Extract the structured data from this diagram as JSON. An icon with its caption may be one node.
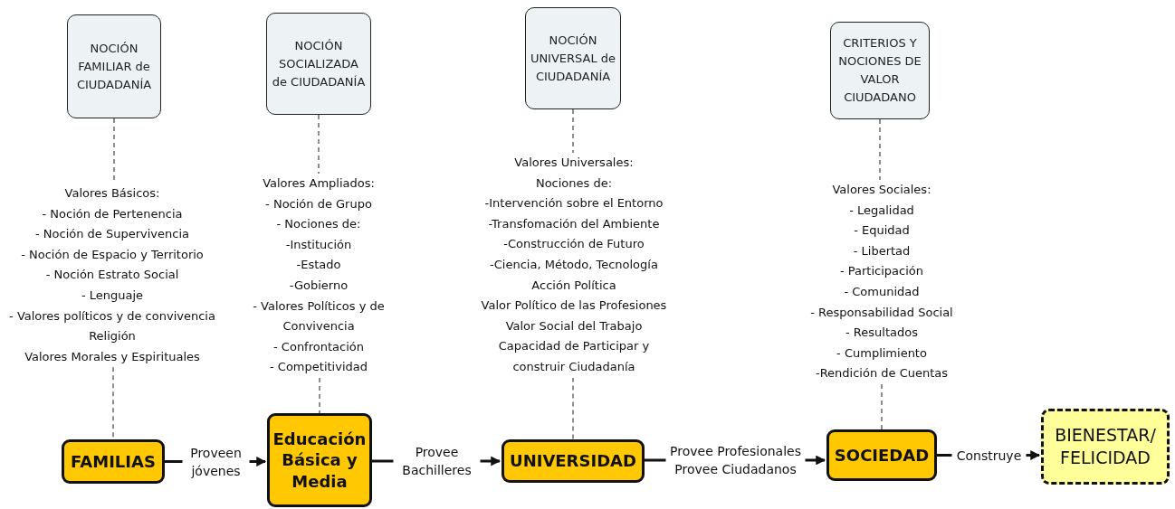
{
  "diagram": {
    "nodes": [
      {
        "text": [
          "NOCIÓN FAMILIAR de CIUDADANÍA"
        ]
      },
      {
        "text": [
          "NOCIÓN SOCIALIZADA de CIUDADANÍA"
        ]
      },
      {
        "text": [
          "NOCIÓN UNIVERSAL de CIUDADANÍA"
        ]
      },
      {
        "text": [
          "CRITERIOS Y NOCIONES DE VALOR CIUDADANO"
        ]
      },
      {
        "text": [
          "Valores Básicos:",
          "- Noción de Pertenencia",
          "- Noción de Supervivencia",
          "- Noción de Espacio y Territorio",
          "- Noción Estrato Social",
          "- Lenguaje",
          "- Valores políticos y de convivencia",
          "Religión",
          "Valores Morales y Espirituales"
        ]
      },
      {
        "text": [
          "Valores Ampliados:",
          "- Noción de Grupo",
          "- Nociones de:",
          "-Institución",
          "-Estado",
          "-Gobierno",
          "- Valores Políticos y de Convivencia",
          "- Confrontación",
          "- Competitividad"
        ]
      },
      {
        "text": [
          "Valores Universales:",
          "Nociones de:",
          "-Intervención sobre el Entorno",
          "-Transfomación del Ambiente",
          "-Construcción de Futuro",
          "-Ciencia, Método, Tecnología",
          "Acción Política",
          "Valor Político de las Profesiones",
          "Valor Social del Trabajo",
          "Capacidad de Participar y construir Ciudadanía"
        ]
      },
      {
        "text": [
          "Valores Sociales:",
          "- Legalidad",
          "- Equidad",
          "- Libertad",
          "- Participación",
          "- Comunidad",
          "- Responsabilidad Social",
          "- Resultados",
          "- Cumplimiento",
          "-Rendición de Cuentas"
        ]
      },
      {
        "text": [
          "FAMILIAS"
        ]
      },
      {
        "text": [
          "Educación Básica y Media"
        ]
      },
      {
        "text": [
          "UNIVERSIDAD"
        ]
      },
      {
        "text": [
          "SOCIEDAD"
        ]
      },
      {
        "text": [
          "BIENESTAR/ FELICIDAD"
        ]
      }
    ],
    "edges": [
      {
        "from": 0,
        "to": 4,
        "arrow": "none",
        "style": "dashed"
      },
      {
        "from": 4,
        "to": 8,
        "arrow": "none",
        "style": "dashed"
      },
      {
        "from": 1,
        "to": 5,
        "arrow": "none",
        "style": "dashed"
      },
      {
        "from": 5,
        "to": 9,
        "arrow": "none",
        "style": "dashed"
      },
      {
        "from": 2,
        "to": 6,
        "arrow": "none",
        "style": "dashed"
      },
      {
        "from": 6,
        "to": 10,
        "arrow": "none",
        "style": "dashed"
      },
      {
        "from": 3,
        "to": 7,
        "arrow": "none",
        "style": "dashed"
      },
      {
        "from": 7,
        "to": 11,
        "arrow": "none",
        "style": "dashed"
      },
      {
        "from": 8,
        "to": 9,
        "arrow": "to",
        "label": "Proveen jóvenes"
      },
      {
        "from": 9,
        "to": 10,
        "arrow": "to",
        "label": "Provee Bachilleres"
      },
      {
        "from": 10,
        "to": 11,
        "arrow": "to",
        "label": "Provee Profesionales Provee Ciudadanos"
      },
      {
        "from": 11,
        "to": 12,
        "arrow": "to",
        "label": "Construye"
      }
    ]
  }
}
